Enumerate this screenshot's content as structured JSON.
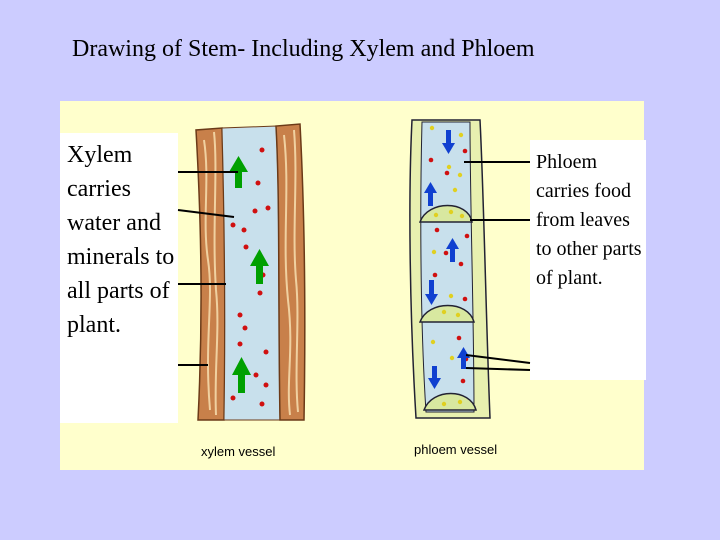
{
  "slide": {
    "title": "Drawing of Stem- Including Xylem and Phloem",
    "xylem_description": "Xylem carries water and minerals to all parts of plant.",
    "phloem_description": "Phloem carries food from leaves to other parts of plant.",
    "xylem_vessel_label": "xylem vessel",
    "phloem_vessel_label": "phloem vessel"
  },
  "colors": {
    "background": "#ccccff",
    "panel": "#ffffcc",
    "xylem_wall": "#c8804a",
    "xylem_interior": "#c8e0ec",
    "phloem_wall": "#e8f0b0",
    "phloem_interior": "#c8e0ec",
    "sieve_plate": "#d8e8a0",
    "water_arrow": "#00a000",
    "food_arrow": "#1040d0",
    "mineral_dot": "#d01010",
    "food_dot": "#e0d020"
  },
  "icons": {
    "xylem_flow": "green-up-arrow",
    "phloem_flow": "blue-up-and-down-arrow"
  }
}
